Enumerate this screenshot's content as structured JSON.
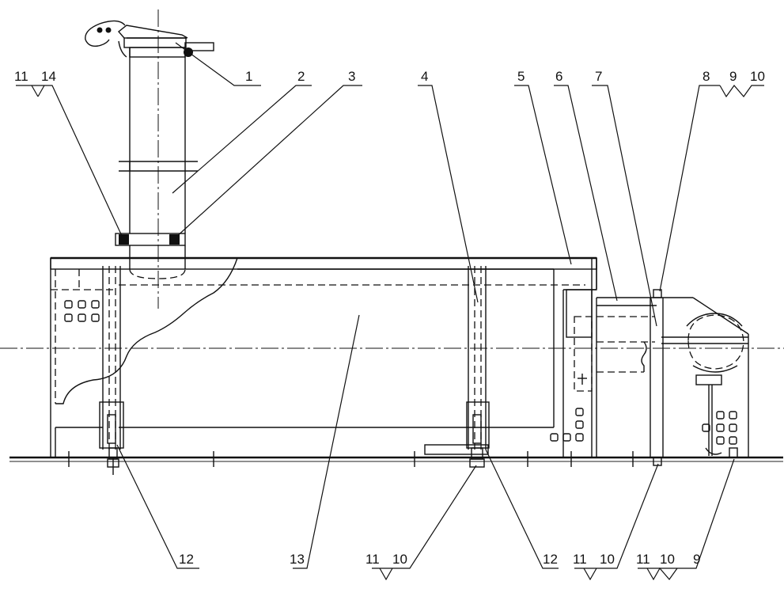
{
  "callouts": {
    "c1": "1",
    "c2": "2",
    "c3": "3",
    "c4": "4",
    "c5": "5",
    "c6": "6",
    "c7": "7",
    "c8": "8",
    "c9_top": "9",
    "c10_top": "10",
    "c11_top_left": "11",
    "c14": "14",
    "c12_left": "12",
    "c13": "13",
    "c11_bottom_a": "11",
    "c10_bottom_a": "10",
    "c12_right": "12",
    "c11_bottom_b": "11",
    "c10_bottom_b": "10",
    "c11_bottom_c": "11",
    "c10_bottom_c": "10",
    "c9_bottom": "9"
  }
}
